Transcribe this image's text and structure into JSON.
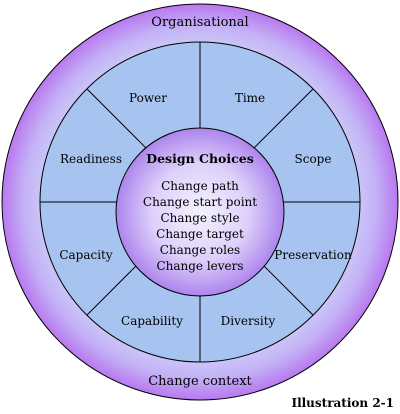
{
  "outer_ring": {
    "top_label": "Organisational",
    "bottom_label": "Change context"
  },
  "segments": [
    "Power",
    "Time",
    "Scope",
    "Preservation",
    "Diversity",
    "Capability",
    "Capacity",
    "Readiness"
  ],
  "center": {
    "title": "Design Choices",
    "items": [
      "Change path",
      "Change start point",
      "Change style",
      "Change target",
      "Change roles",
      "Change levers"
    ]
  },
  "caption": "Illustration 2-1",
  "colors": {
    "ring_inner": "#c9c8f7",
    "ring_outer": "#bb78f0",
    "segment_fill": "#a7c4f1",
    "center_inner": "#f1eefd",
    "center_outer": "#a77ceb",
    "line": "#000000"
  }
}
